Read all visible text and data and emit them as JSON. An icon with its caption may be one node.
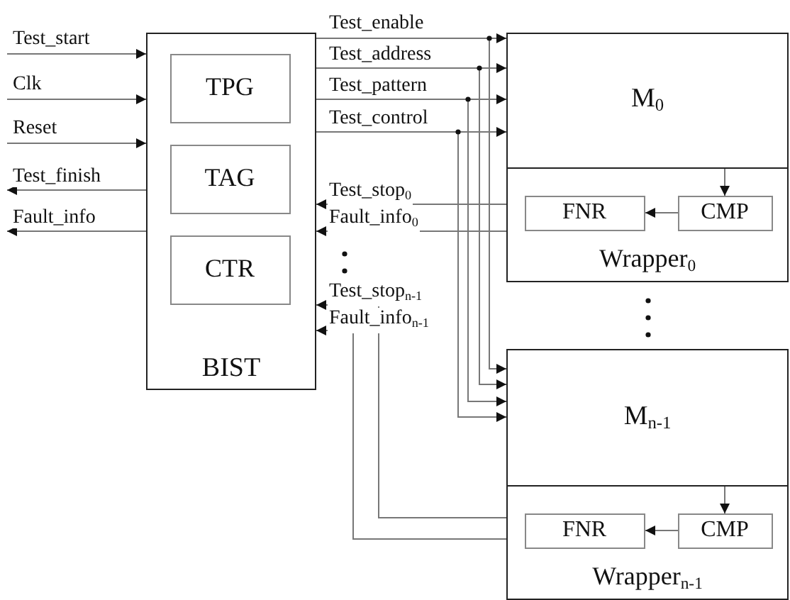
{
  "diagram": {
    "nodes": [
      {
        "text": [
          "BIST"
        ]
      },
      {
        "text": [
          "TPG"
        ],
        "in": 0
      },
      {
        "text": [
          "TAG"
        ],
        "in": 0
      },
      {
        "text": [
          "CTR"
        ],
        "in": 0
      },
      {
        "text": [
          "M$_{0}$"
        ]
      },
      {
        "text": [
          "Wrapper$_{0}$"
        ]
      },
      {
        "text": [
          "FNR"
        ],
        "in": 5
      },
      {
        "text": [
          "CMP"
        ],
        "in": 5
      },
      {
        "text": [
          "M$_{n-1}$"
        ]
      },
      {
        "text": [
          "Wrapper$_{n-1}$"
        ]
      },
      {
        "text": [
          "FNR"
        ],
        "in": 9
      },
      {
        "text": [
          "CMP"
        ],
        "in": 9
      }
    ],
    "edges": [
      {
        "from": null,
        "to": 0,
        "arrow": "to",
        "label": "Test_start"
      },
      {
        "from": null,
        "to": 0,
        "arrow": "to",
        "label": "Clk"
      },
      {
        "from": null,
        "to": 0,
        "arrow": "to",
        "label": "Reset"
      },
      {
        "from": 0,
        "to": null,
        "arrow": "to",
        "label": "Test_finish"
      },
      {
        "from": 0,
        "to": null,
        "arrow": "to",
        "label": "Fault_info"
      },
      {
        "from": 0,
        "to": 4,
        "arrow": "to",
        "label": "Test_enable"
      },
      {
        "from": 0,
        "to": 8,
        "arrow": "to"
      },
      {
        "from": 0,
        "to": 4,
        "arrow": "to",
        "label": "Test_address"
      },
      {
        "from": 0,
        "to": 8,
        "arrow": "to"
      },
      {
        "from": 0,
        "to": 4,
        "arrow": "to",
        "label": "Test_pattern"
      },
      {
        "from": 0,
        "to": 8,
        "arrow": "to"
      },
      {
        "from": 0,
        "to": 4,
        "arrow": "to",
        "label": "Test_control"
      },
      {
        "from": 0,
        "to": 8,
        "arrow": "to"
      },
      {
        "from": 5,
        "to": 0,
        "arrow": "to",
        "label": "Test_stop$_{0}$"
      },
      {
        "from": 5,
        "to": 0,
        "arrow": "to",
        "label": "Fault_info$_{0}$"
      },
      {
        "from": 9,
        "to": 0,
        "arrow": "to",
        "label": "Test_stop$_{n-1}$"
      },
      {
        "from": 9,
        "to": 0,
        "arrow": "to",
        "label": "Fault_info$_{n-1}$"
      },
      {
        "from": 4,
        "to": 7,
        "arrow": "to"
      },
      {
        "from": 7,
        "to": 6,
        "arrow": "to"
      },
      {
        "from": 8,
        "to": 11,
        "arrow": "to"
      },
      {
        "from": 11,
        "to": 10,
        "arrow": "to"
      }
    ]
  }
}
